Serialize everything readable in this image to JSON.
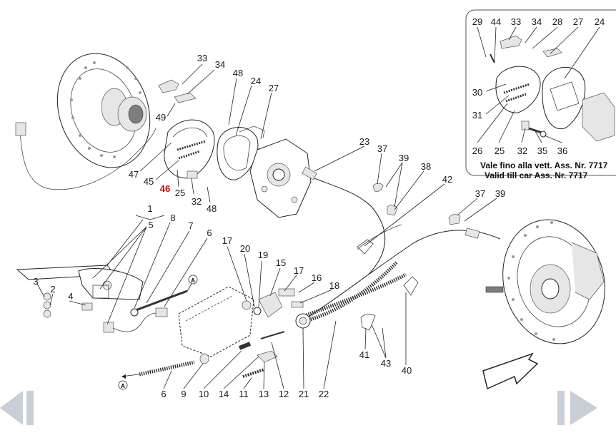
{
  "diagram": {
    "callouts": [
      {
        "id": "c33a",
        "text": "33"
      },
      {
        "id": "c34a",
        "text": "34"
      },
      {
        "id": "c48a",
        "text": "48"
      },
      {
        "id": "c24a",
        "text": "24"
      },
      {
        "id": "c27a",
        "text": "27"
      },
      {
        "id": "c49",
        "text": "49"
      },
      {
        "id": "c47",
        "text": "47"
      },
      {
        "id": "c45",
        "text": "45"
      },
      {
        "id": "c46",
        "text": "46"
      },
      {
        "id": "c25a",
        "text": "25"
      },
      {
        "id": "c32a",
        "text": "32"
      },
      {
        "id": "c48b",
        "text": "48"
      },
      {
        "id": "c23",
        "text": "23"
      },
      {
        "id": "c37a",
        "text": "37"
      },
      {
        "id": "c39a",
        "text": "39"
      },
      {
        "id": "c38",
        "text": "38"
      },
      {
        "id": "c42",
        "text": "42"
      },
      {
        "id": "c37b",
        "text": "37"
      },
      {
        "id": "c39b",
        "text": "39"
      },
      {
        "id": "c1",
        "text": "1"
      },
      {
        "id": "c8",
        "text": "8"
      },
      {
        "id": "c5",
        "text": "5"
      },
      {
        "id": "c7",
        "text": "7"
      },
      {
        "id": "c6a",
        "text": "6"
      },
      {
        "id": "c17a",
        "text": "17"
      },
      {
        "id": "c20",
        "text": "20"
      },
      {
        "id": "c19",
        "text": "19"
      },
      {
        "id": "c15",
        "text": "15"
      },
      {
        "id": "c17b",
        "text": "17"
      },
      {
        "id": "c16",
        "text": "16"
      },
      {
        "id": "c18",
        "text": "18"
      },
      {
        "id": "c3",
        "text": "3"
      },
      {
        "id": "c2",
        "text": "2"
      },
      {
        "id": "c4",
        "text": "4"
      },
      {
        "id": "c41",
        "text": "41"
      },
      {
        "id": "c43",
        "text": "43"
      },
      {
        "id": "c40",
        "text": "40"
      },
      {
        "id": "c6b",
        "text": "6"
      },
      {
        "id": "c9",
        "text": "9"
      },
      {
        "id": "c10",
        "text": "10"
      },
      {
        "id": "c14",
        "text": "14"
      },
      {
        "id": "c11",
        "text": "11"
      },
      {
        "id": "c13",
        "text": "13"
      },
      {
        "id": "c12",
        "text": "12"
      },
      {
        "id": "c21",
        "text": "21"
      },
      {
        "id": "c22",
        "text": "22"
      },
      {
        "id": "i29",
        "text": "29"
      },
      {
        "id": "i44",
        "text": "44"
      },
      {
        "id": "i33",
        "text": "33"
      },
      {
        "id": "i34",
        "text": "34"
      },
      {
        "id": "i28",
        "text": "28"
      },
      {
        "id": "i27",
        "text": "27"
      },
      {
        "id": "i24",
        "text": "24"
      },
      {
        "id": "i30",
        "text": "30"
      },
      {
        "id": "i31",
        "text": "31"
      },
      {
        "id": "i26",
        "text": "26"
      },
      {
        "id": "i25",
        "text": "25"
      },
      {
        "id": "i32",
        "text": "32"
      },
      {
        "id": "i35",
        "text": "35"
      },
      {
        "id": "i36",
        "text": "36"
      }
    ],
    "connector_marks": [
      "A",
      "A"
    ],
    "inset_note": {
      "line1": "Vale fino alla vett. Ass. Nr. 7717",
      "line2": "Valid till car Ass. Nr. 7717"
    }
  },
  "navigation": {
    "prev_icon": "previous-page-arrow-icon",
    "next_icon": "next-page-arrow-icon"
  },
  "colors": {
    "highlight": "#d40000",
    "nav_arrow": "#c9cfd6"
  }
}
